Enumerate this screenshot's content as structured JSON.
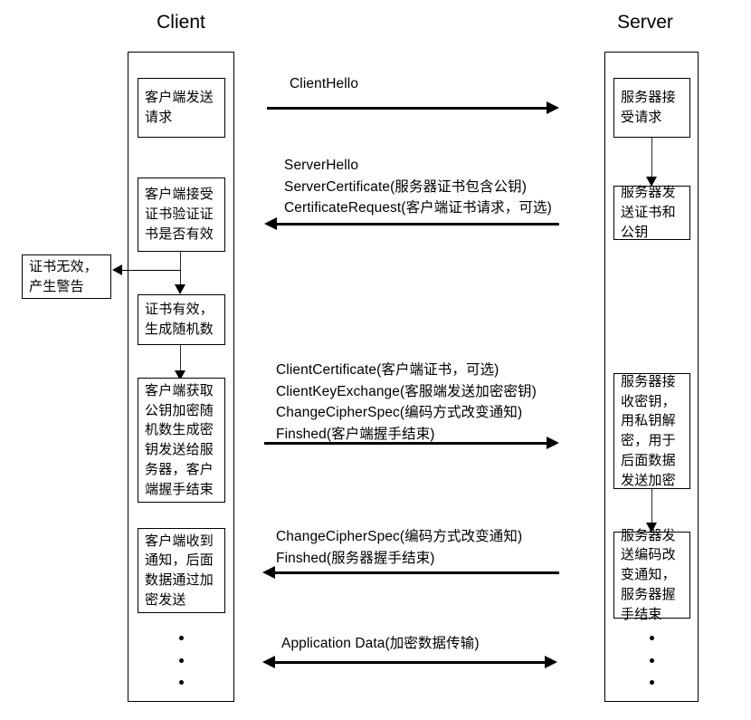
{
  "diagram": {
    "title_client": "Client",
    "title_server": "Server"
  },
  "client": {
    "nodes": [
      {
        "id": "client-send-request",
        "text": "客户端发送请求"
      },
      {
        "id": "client-verify-cert",
        "text": "客户端接受证书验证证书是否有效"
      },
      {
        "id": "client-cert-valid",
        "text": "证书有效，生成随机数"
      },
      {
        "id": "client-encrypt-key",
        "text": "客户端获取公钥加密随机数生成密钥发送给服务器，客户端握手结束"
      },
      {
        "id": "client-received-notice",
        "text": "客户端收到通知，后面数据通过加密发送"
      }
    ],
    "warning_node": {
      "id": "client-cert-invalid",
      "text": "证书无效，产生警告"
    }
  },
  "server": {
    "nodes": [
      {
        "id": "server-accept-request",
        "text": "服务器接受请求"
      },
      {
        "id": "server-send-cert",
        "text": "服务器发送证书和公钥"
      },
      {
        "id": "server-receive-key",
        "text": "服务器接收密钥，用私钥解密，用于后面数据发送加密"
      },
      {
        "id": "server-send-changecipher",
        "text": "服务器发送编码改变通知，服务器握手结束"
      }
    ]
  },
  "messages": [
    {
      "id": "client-hello",
      "direction": "right",
      "lines": [
        "ClientHello"
      ]
    },
    {
      "id": "server-hello-group",
      "direction": "left",
      "lines": [
        "ServerHello",
        "ServerCertificate(服务器证书包含公钥)",
        "CertificateRequest(客户端证书请求，可选)"
      ]
    },
    {
      "id": "client-key-exchange-group",
      "direction": "right",
      "lines": [
        "ClientCertificate(客户端证书，可选)",
        "ClientKeyExchange(客服端发送加密密钥)",
        "ChangeCipherSpec(编码方式改变通知)",
        "Finshed(客户端握手结束)"
      ]
    },
    {
      "id": "server-changecipher-group",
      "direction": "left",
      "lines": [
        "ChangeCipherSpec(编码方式改变通知)",
        "Finshed(服务器握手结束)"
      ]
    },
    {
      "id": "application-data",
      "direction": "both",
      "lines": [
        "Application Data(加密数据传输)"
      ]
    }
  ],
  "colors": {
    "stroke": "#000000",
    "background": "#ffffff"
  }
}
